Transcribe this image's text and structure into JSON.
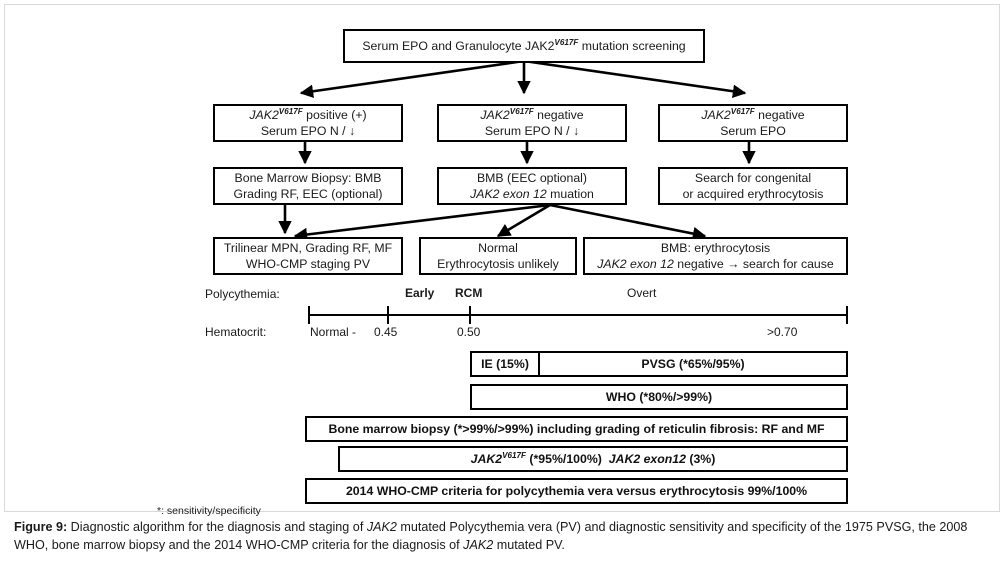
{
  "figure": {
    "title_label": "Figure 9:",
    "caption_rest": " Diagnostic algorithm for the diagnosis and staging of JAK2 mutated Polycythemia vera (PV) and diagnostic sensitivity and specificity of the 1975 PVSG, the 2008 WHO, bone marrow biopsy and the 2014 WHO-CMP criteria for the diagnosis of JAK2 mutated PV.",
    "footnote": "*: sensitivity/specificity"
  },
  "flowchart": {
    "root": {
      "line1_a": "Serum EPO and Granulocyte JAK2",
      "line1_sup": "V617F",
      "line1_b": " mutation screening"
    },
    "row1": [
      {
        "gene": "JAK2",
        "sup": "V617F",
        "rest": " positive (+)",
        "line2": "Serum EPO N / ↓"
      },
      {
        "gene": "JAK2",
        "sup": "V617F",
        "rest": " negative",
        "line2": "Serum EPO N / ↓"
      },
      {
        "gene": "JAK2",
        "sup": "V617F",
        "rest": " negative",
        "line2": "Serum EPO"
      }
    ],
    "row2": [
      {
        "line1": "Bone Marrow Biopsy: BMB",
        "line2": "Grading RF, EEC (optional)"
      },
      {
        "line1": "BMB (EEC  optional)",
        "line2_i": "JAK2 exon 12",
        "line2_rest": " muation"
      },
      {
        "line1": "Search for congenital",
        "line2": "or acquired erythrocytosis"
      }
    ],
    "row3": [
      {
        "line1": "Trilinear MPN, Grading RF, MF",
        "line2": "WHO-CMP staging PV"
      },
      {
        "line1": "Normal",
        "line2": "Erythrocytosis unlikely"
      },
      {
        "line1": "BMB: erythrocytosis",
        "line2_i": "JAK2 exon 12",
        "line2_rest": " negative → search for cause"
      }
    ]
  },
  "scale": {
    "row_label_top": "Polycythemia:",
    "row_label_bottom": "Hematocrit:",
    "stages": [
      {
        "label": "Early"
      },
      {
        "label": "RCM"
      },
      {
        "label": "Overt"
      }
    ],
    "ticks": [
      {
        "label": "Normal -"
      },
      {
        "label": "0.45"
      },
      {
        "label": "0.50"
      },
      {
        "label": ">0.70"
      }
    ]
  },
  "criteria_bars": [
    {
      "name": "ie-pvsg-bar",
      "left_cell": "IE (15%)",
      "right_cell": "PVSG (*65%/95%)"
    },
    {
      "name": "who-bar",
      "label": "WHO (*80%/>99%)"
    },
    {
      "name": "bone-marrow-biopsy-bar",
      "label": "Bone marrow biopsy (*>99%/>99%) including grading of reticulin fibrosis: RF and MF"
    },
    {
      "name": "jak2-bar",
      "gene": "JAK2",
      "sup": "V617F",
      "mid": " (*95%/100%)  ",
      "gene2": "JAK2 exon12",
      "tail": " (3%)"
    },
    {
      "name": "who-cmp-2014-bar",
      "label": "2014 WHO-CMP criteria for polycythemia vera versus erythrocytosis  99%/100%"
    }
  ],
  "colors": {
    "line": "#000000",
    "frame": "#d9d9d9",
    "text": "#1a1a1a"
  }
}
